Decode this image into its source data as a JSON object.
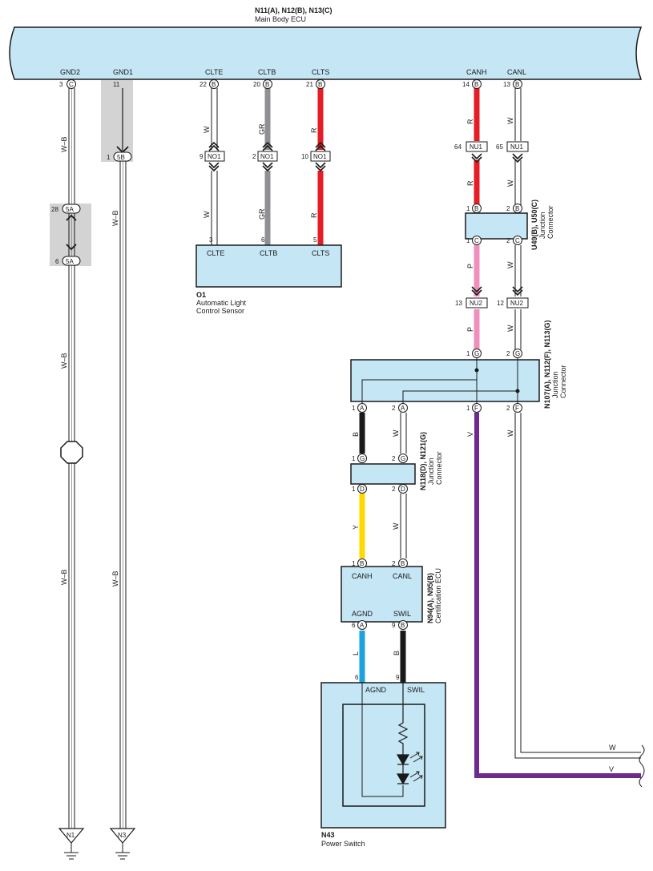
{
  "ecu": {
    "title": "N11(A), N12(B), N13(C)",
    "subtitle": "Main Body ECU",
    "pins": [
      "GND2",
      "GND1",
      "CLTE",
      "CLTB",
      "CLTS",
      "CANH",
      "CANL"
    ]
  },
  "pin_numbers": {
    "gnd2": "3",
    "gnd2_c": "C",
    "gnd1": "11",
    "clte": "22",
    "cltb": "20",
    "clts": "21",
    "canh": "14",
    "canl": "13",
    "b": "B"
  },
  "wires": {
    "wb": "W–B",
    "w": "W",
    "gr": "GR",
    "r": "R",
    "p": "P",
    "b": "B",
    "y": "Y",
    "l": "L",
    "v": "V"
  },
  "connectors": {
    "no1": "NO1",
    "nu1": "NU1",
    "nu2": "NU2",
    "c5a": "5A",
    "c5b": "5B",
    "no1_pins": [
      "9",
      "2",
      "10"
    ],
    "nu1_pins": [
      "64",
      "65"
    ],
    "nu2_pins": [
      "13",
      "12"
    ],
    "c5a_pins": [
      "28",
      "6"
    ],
    "c5b_pin": "1"
  },
  "sensor": {
    "id": "O1",
    "name_line1": "Automatic Light",
    "name_line2": "Control Sensor",
    "labels": [
      "CLTE",
      "CLTB",
      "CLTS"
    ],
    "pins": [
      "3",
      "6",
      "5"
    ]
  },
  "junction_u49": {
    "title": "U49(B), U50(C)",
    "name_line1": "Junction",
    "name_line2": "Connector",
    "top_pins": [
      "1",
      "B",
      "2",
      "B"
    ],
    "bot_pins": [
      "1",
      "C",
      "2",
      "C"
    ]
  },
  "junction_n107": {
    "title": "N107(A), N112(F), N113(G)",
    "name_line1": "Junction",
    "name_line2": "Connector",
    "top_pins": [
      "1",
      "G",
      "2",
      "G"
    ],
    "bot_pins": [
      "1",
      "A",
      "2",
      "A",
      "1",
      "F",
      "2",
      "F"
    ]
  },
  "junction_n118": {
    "title": "N118(D), N121(G)",
    "name_line1": "Junction",
    "name_line2": "Connector",
    "top_pins": [
      "1",
      "G",
      "2",
      "G"
    ],
    "bot_pins": [
      "1",
      "D",
      "2",
      "D"
    ]
  },
  "cert_ecu": {
    "title": "N94(A), N95(B)",
    "name": "Certification ECU",
    "labels": [
      "CANH",
      "CANL",
      "AGND",
      "SWIL"
    ],
    "top_pins": [
      "1",
      "B",
      "2",
      "B"
    ],
    "bot_pins": [
      "6",
      "A",
      "9",
      "B"
    ]
  },
  "power_switch": {
    "id": "N43",
    "name": "Power Switch",
    "labels": [
      "AGND",
      "SWIL"
    ],
    "pins": [
      "6",
      "9"
    ]
  },
  "grounds": [
    "N1",
    "N3"
  ],
  "colors": {
    "ecu_fill": "#c5e6f5",
    "red": "#e41e26",
    "gray": "#8f9093",
    "pink": "#ef8fbb",
    "black": "#1a1a1a",
    "yellow": "#ffd800",
    "blue": "#1aa3e0",
    "violet": "#6e2a8e",
    "splice": "#d3d3d3"
  }
}
